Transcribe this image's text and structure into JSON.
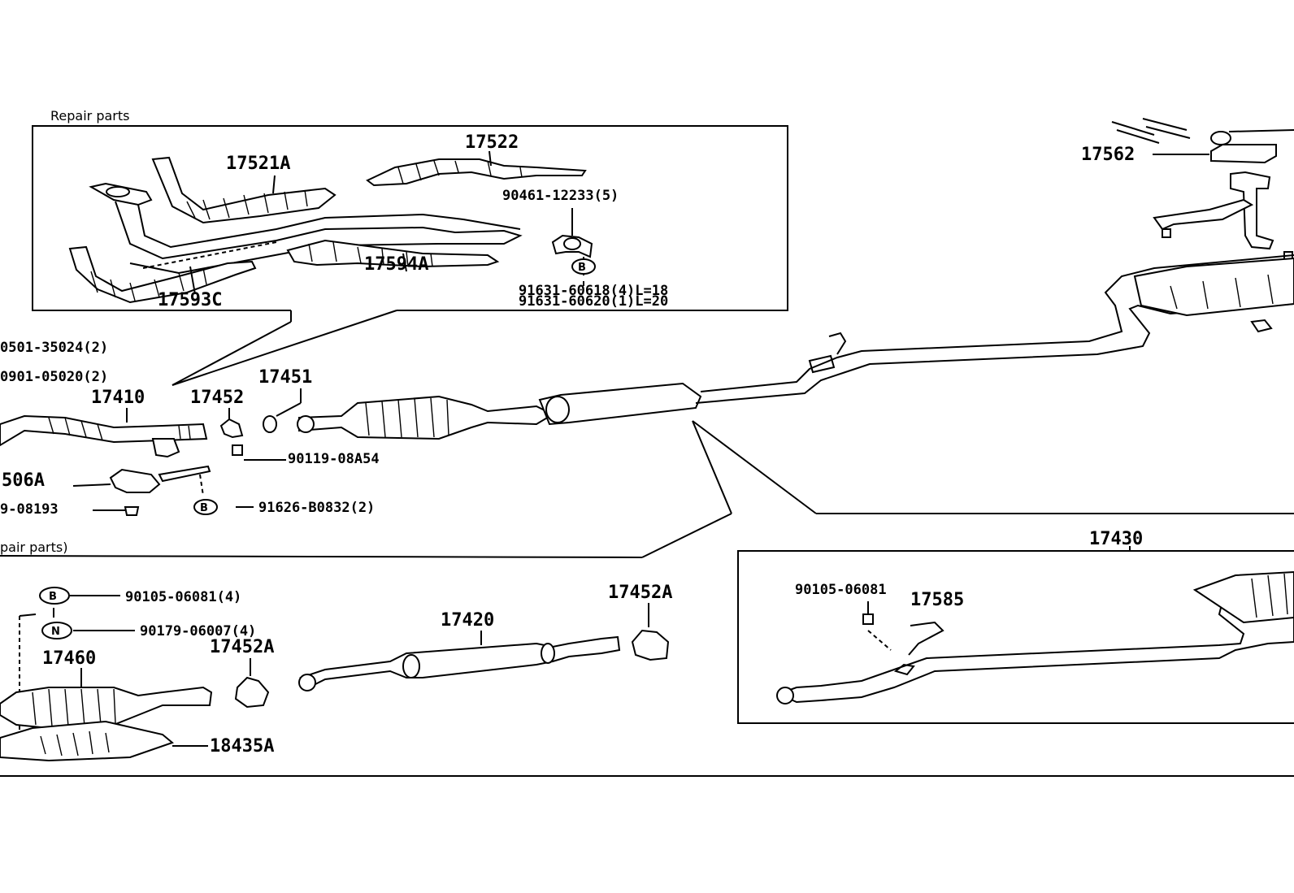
{
  "panels": {
    "top_box_title": "Repair parts",
    "bottom_box_title": "pair parts)"
  },
  "badges": {
    "b": "B",
    "n": "N"
  },
  "parts": {
    "p17521A": "17521A",
    "p17522": "17522",
    "p90461": "90461-12233(5)",
    "p17594A": "17594A",
    "p17593C": "17593C",
    "p91631_a": "91631-60618(4)L=18",
    "p91631_b": "91631-60620(1)L=20",
    "p17562": "17562",
    "p0501": "0501-35024(2)",
    "p0901": "0901-05020(2)",
    "p17451": "17451",
    "p17410": "17410",
    "p17452": "17452",
    "p90119": "90119-08A54",
    "p506A": "506A",
    "p91626": "91626-B0832(2)",
    "p08193": "9-08193",
    "p17430": "17430",
    "p90105_single": "90105-06081",
    "p17585": "17585",
    "p90105": "90105-06081(4)",
    "p90179": "90179-06007(4)",
    "p17452A_right": "17452A",
    "p17420": "17420",
    "p17452A_left": "17452A",
    "p17460": "17460",
    "p18435A": "18435A"
  }
}
